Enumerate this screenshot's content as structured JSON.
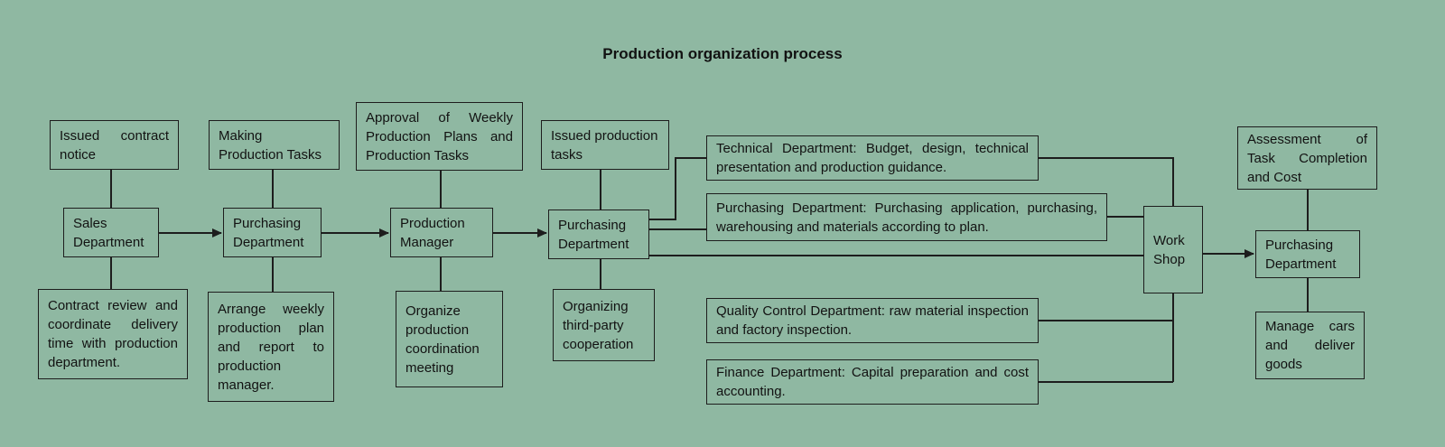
{
  "title": "Production organization process",
  "colors": {
    "background": "#8fb8a2",
    "line": "#1d1d1d",
    "text": "#121212"
  },
  "nodes": {
    "issued_contract_notice": "Issued contract notice",
    "making_production_tasks": "Making Production Tasks",
    "approval_weekly": "Approval of Weekly Production Plans and Production Tasks",
    "issued_production_tasks": "Issued production tasks",
    "assessment": "Assessment of Task Completion and Cost",
    "sales_department": "Sales Department",
    "purchasing_department_1": "Purchasing Department",
    "production_manager": "Production Manager",
    "purchasing_department_2": "Purchasing Department",
    "work_shop": "Work Shop",
    "purchasing_department_3": "Purchasing Department",
    "contract_review": "Contract review and coordinate delivery time with production department.",
    "arrange_weekly": "Arrange weekly production plan and report to production manager.",
    "organize_meeting": "Organize production coordination meeting",
    "organizing_third_party": "Organizing third-party cooperation",
    "manage_cars": "Manage cars and deliver goods",
    "technical_department": "Technical Department: Budget, design, technical presentation and production guidance.",
    "purchasing_department_detail": "Purchasing Department: Purchasing application, purchasing, warehousing and materials according to plan.",
    "quality_control_department": "Quality Control Department: raw material inspection and factory inspection.",
    "finance_department": "Finance Department: Capital preparation and cost accounting."
  }
}
